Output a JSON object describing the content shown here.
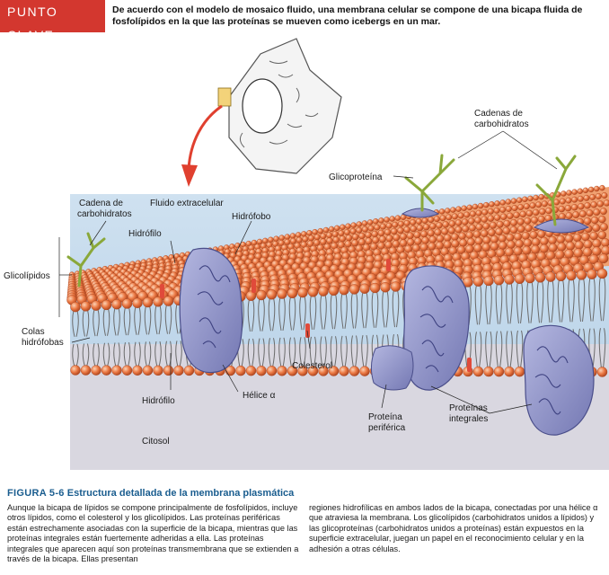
{
  "banner": {
    "tag": "PUNTO CLAVE",
    "text": "De acuerdo con el modelo de mosaico fluido, una membrana celular se compone de una bicapa fluida de fosfolípidos en la que las proteínas se mueven como icebergs en un mar."
  },
  "labels": {
    "cadenas_carbohidratos_1": "Cadenas de",
    "cadenas_carbohidratos_2": "carbohidratos",
    "glicoproteina": "Glicoproteína",
    "cadena_carbohidratos_1": "Cadena de",
    "cadena_carbohidratos_2": "carbohidratos",
    "fluido_extracelular": "Fluido extracelular",
    "hidrofobo": "Hidrófobo",
    "hidrofilo_top": "Hidrófilo",
    "glicolipidos": "Glicolípidos",
    "colas_1": "Colas",
    "colas_2": "hidrófobas",
    "colesterol": "Colesterol",
    "hidrofilo_bottom": "Hidrófilo",
    "helice": "Hélice α",
    "proteina_periferica_1": "Proteína",
    "proteina_periferica_2": "periférica",
    "proteinas_integrales_1": "Proteínas",
    "proteinas_integrales_2": "integrales",
    "citosol": "Citosol"
  },
  "caption": {
    "figure_number": "FIGURA 5-6",
    "title": "Estructura detallada de la membrana plasmática",
    "col1": "Aunque la bicapa de lípidos se compone principalmente de fosfolípidos, incluye otros lípidos, como el colesterol y los glicolípidos. Las proteínas periféricas están estrechamente asociadas con la superficie de la bicapa, mientras que las proteínas integrales están fuertemente adheridas a ella. Las proteínas integrales que aparecen aquí son proteínas transmembrana que se extienden a través de la bicapa. Ellas presentan",
    "col2": "regiones hidrofílicas en ambos lados de la bicapa, conectadas por una hélice α que atraviesa la membrana. Los glicolípidos (carbohidratos unidos a lípidos) y las glicoproteínas (carbohidratos unidos a proteínas) están expuestos en la superficie extracelular, juegan un papel en el reconocimiento celular y en la adhesión a otras células."
  },
  "colors": {
    "banner": "#d3372f",
    "head": "#e8733f",
    "protein": "#8a8ec4",
    "carbohydrate": "#8aa83a",
    "caption_title": "#1a5d8f"
  }
}
